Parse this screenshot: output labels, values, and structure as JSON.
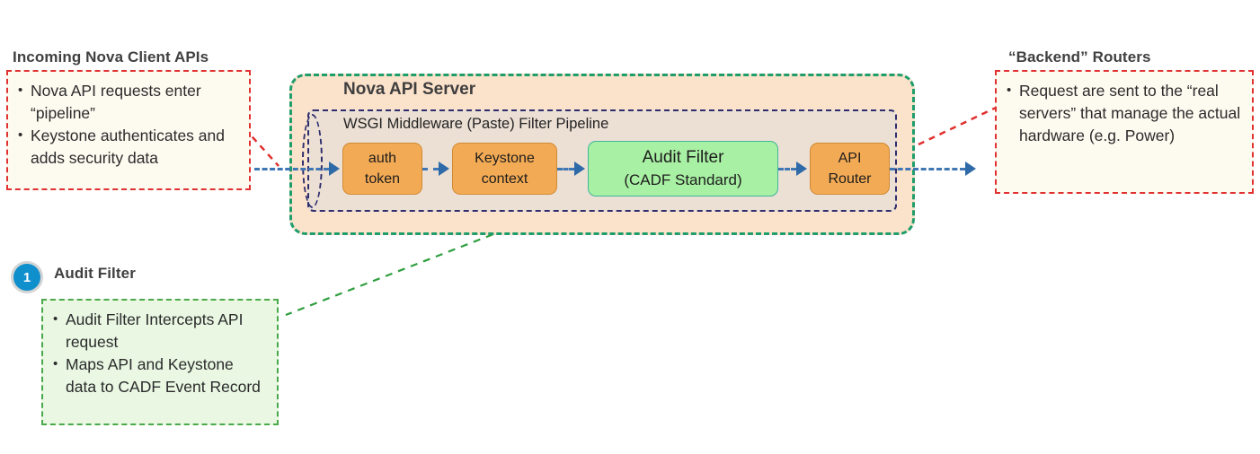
{
  "diagram": {
    "title_left": "Incoming Nova Client  APIs",
    "title_right": "“Backend” Routers",
    "server": {
      "title": "Nova API Server",
      "pipeline_title": "WSGI Middleware (Paste) Filter Pipeline",
      "stages": [
        {
          "id": "auth-token",
          "line1": "auth",
          "line2": "token",
          "color": "#f3aa54",
          "kind": "orange"
        },
        {
          "id": "keystone-context",
          "line1": "Keystone",
          "line2": "context",
          "color": "#f3aa54",
          "kind": "orange"
        },
        {
          "id": "audit-filter",
          "line1": "Audit Filter",
          "line2": "(CADF Standard)",
          "color": "#a8f0a3",
          "kind": "green"
        },
        {
          "id": "api-router",
          "line1": "API",
          "line2": "Router",
          "color": "#f3aa54",
          "kind": "orange"
        }
      ]
    },
    "callout_left": {
      "bullets": [
        "Nova API requests enter “pipeline”",
        "Keystone authenticates and adds security data"
      ]
    },
    "callout_right": {
      "bullets": [
        "Request are sent to the “real servers” that manage the actual hardware (e.g. Power)"
      ]
    },
    "step_one": {
      "badge": "1",
      "heading": "Audit Filter",
      "bullets": [
        "Audit Filter Intercepts API request",
        "Maps API and Keystone data to CADF Event Record"
      ]
    },
    "colors": {
      "accent_orange": "#f3aa54",
      "accent_green": "#a8f0a3",
      "server_bg": "#fbe2cb",
      "server_border": "#1f9d6b",
      "pipeline_bg": "#ece0d5",
      "pipeline_border": "#2d2d6e",
      "arrow_blue": "#3f76b4",
      "callout_red": "#e03030",
      "callout_green": "#4aa94a",
      "badge_blue": "#108fcd"
    }
  }
}
